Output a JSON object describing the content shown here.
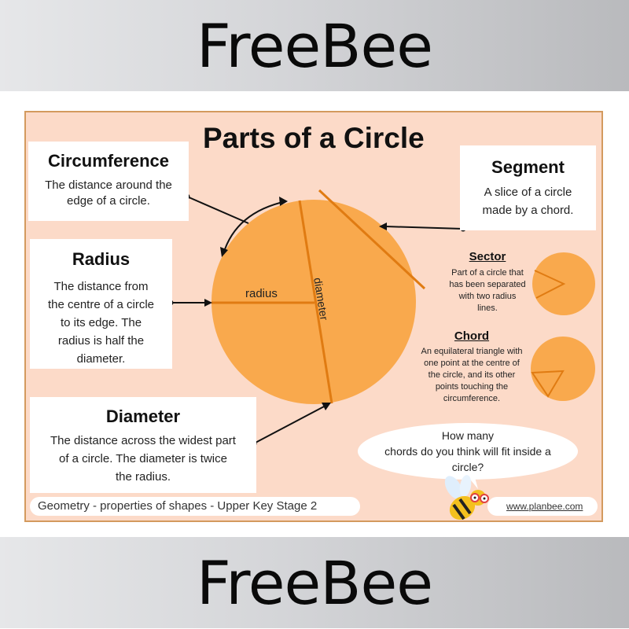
{
  "banner": {
    "top_text": "FreeBee",
    "bottom_text": "FreeBee"
  },
  "poster": {
    "title": "Parts of a Circle",
    "colors": {
      "background": "#fcdac8",
      "border": "#d39a5e",
      "circle_fill": "#f9a94d",
      "line": "#e07b12",
      "card": "#ffffff"
    },
    "cards": {
      "circumference": {
        "heading": "Circumference",
        "text_lines": [
          "The distance around the",
          "edge of a circle."
        ]
      },
      "radius": {
        "heading": "Radius",
        "text_lines": [
          "The distance from",
          "the centre of a circle",
          "to its edge. The",
          "radius is half the",
          "diameter."
        ]
      },
      "diameter": {
        "heading": "Diameter",
        "text_lines": [
          "The distance across the widest part",
          "of a circle. The diameter is twice",
          "the radius."
        ]
      },
      "segment": {
        "heading": "Segment",
        "text_lines": [
          "A slice of a circle",
          "made by a chord."
        ]
      }
    },
    "side_notes": {
      "sector": {
        "heading": "Sector",
        "text_lines": [
          "Part of a circle that",
          "has been separated",
          "with two radius",
          "lines."
        ]
      },
      "chord": {
        "heading": "Chord",
        "text_lines": [
          "An equilateral triangle with",
          "one point at the centre of",
          "the circle, and its other",
          "points touching the",
          "circumference."
        ]
      }
    },
    "diagram_labels": {
      "radius": "radius",
      "diameter": "diameter"
    },
    "speech_bubble": {
      "lines": [
        "How many",
        "chords do you think will fit inside a",
        "circle?"
      ]
    },
    "footer": {
      "subject": "Geometry - properties of shapes - Upper Key Stage 2",
      "url": "www.planbee.com"
    },
    "mascot": "bee-with-glasses"
  }
}
